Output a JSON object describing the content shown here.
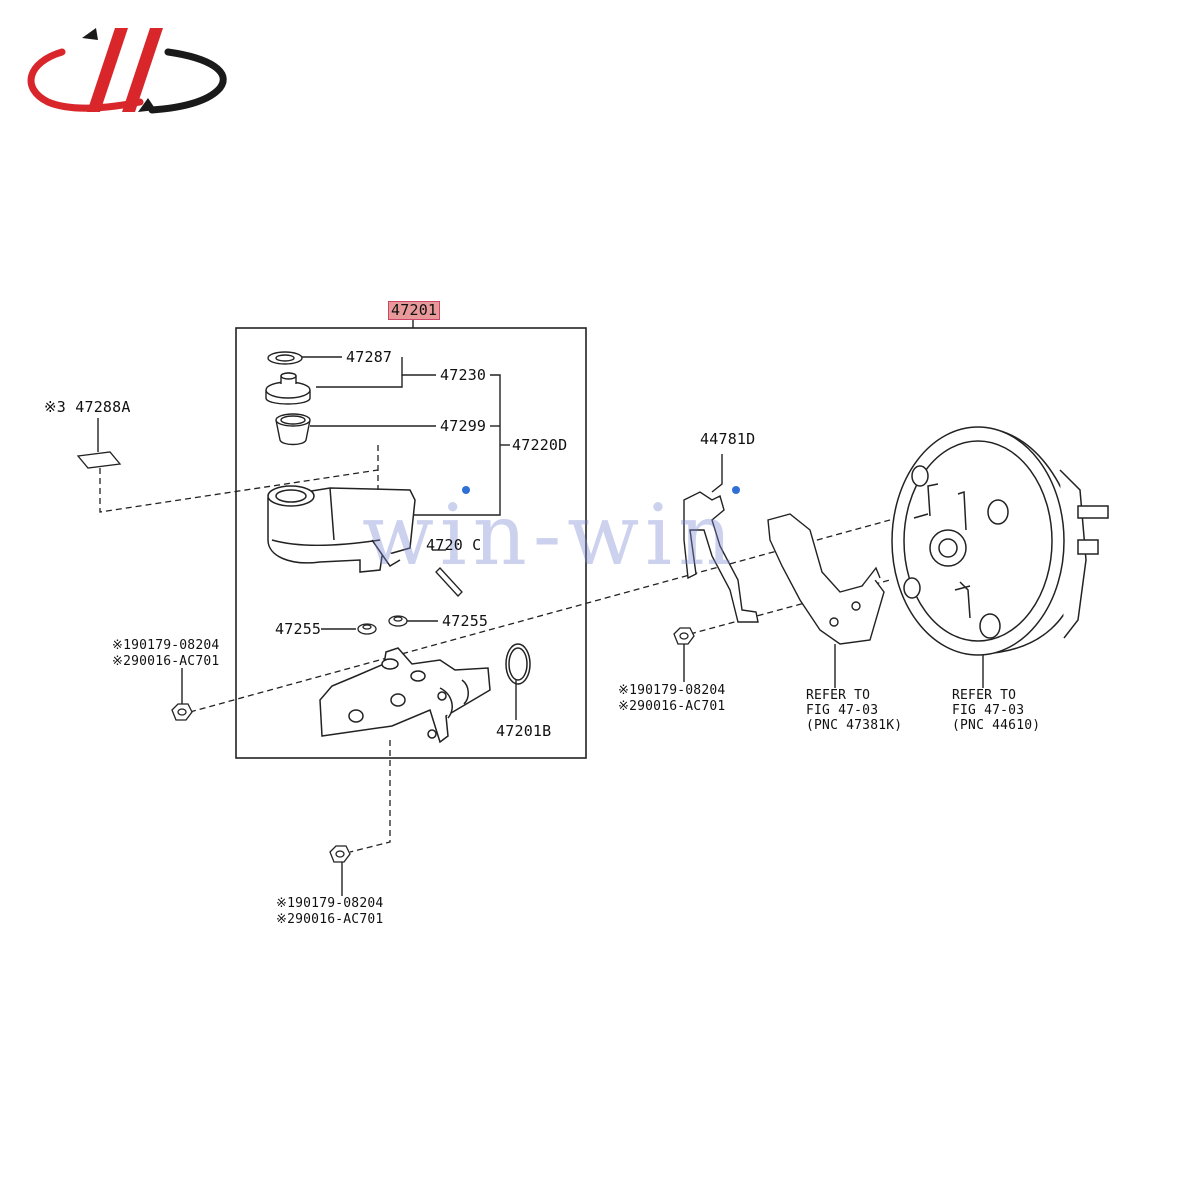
{
  "logo": {
    "name": "brand-logo-swoosh",
    "colors": {
      "red": "#d8262b",
      "dark": "#1a1a1a"
    }
  },
  "watermark": "win-win",
  "assembly": {
    "label": "47201"
  },
  "parts": {
    "p47287": "47287",
    "p47230": "47230",
    "p47299": "47299",
    "p47220D": "47220D",
    "p47220C": "4720 C",
    "p47255_left": "47255",
    "p47255_right": "47255",
    "p47201B": "47201B",
    "p47288A": "※3 47288A",
    "p44781D": "44781D"
  },
  "fastener_callouts": {
    "left": [
      "※190179-08204",
      "※290016-AC701"
    ],
    "middle": [
      "※190179-08204",
      "※290016-AC701"
    ],
    "bottom": [
      "※190179-08204",
      "※290016-AC701"
    ]
  },
  "references": {
    "bracket": [
      "REFER TO",
      "FIG 47-03",
      "(PNC 47381K)"
    ],
    "booster": [
      "REFER TO",
      "FIG 47-03",
      "(PNC 44610)"
    ]
  }
}
